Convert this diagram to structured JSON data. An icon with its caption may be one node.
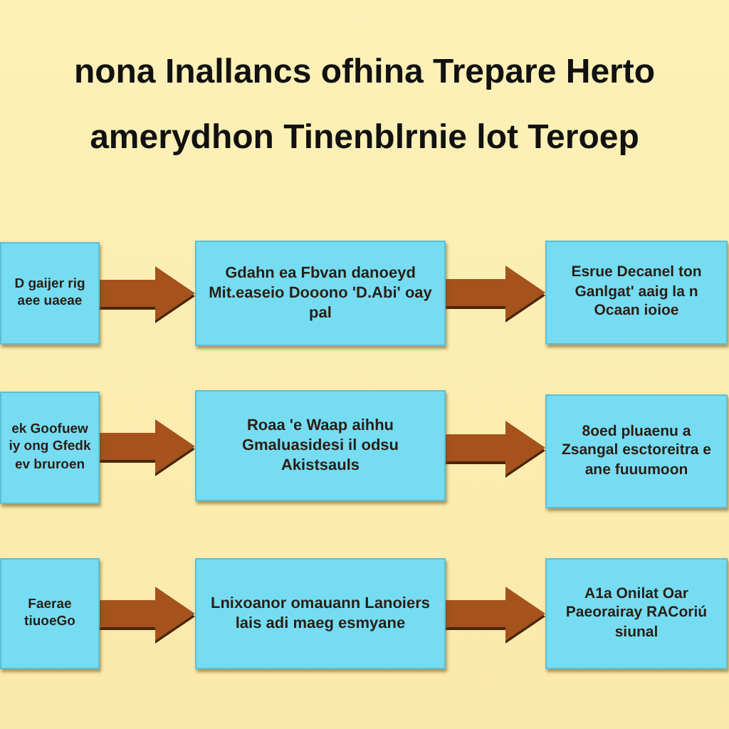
{
  "diagram": {
    "title": "nona Inallancs ofhina Trepare Herto amerydhon Tinenblrnie lot Teroep",
    "nodes": [
      {
        "text": [
          "D gaijer rig aee uaeae"
        ]
      },
      {
        "text": [
          "Gdahn ea Fbvan danoeyd Mit.easeio Dooono 'D.Abi' oay pal"
        ]
      },
      {
        "text": [
          "Esrue Decanel ton Ganlgat' aaig la n Ocaan ioioe"
        ]
      },
      {
        "text": [
          "ek Goofuew iy ong Gfedk ev bruroen"
        ]
      },
      {
        "text": [
          "Roaa 'e Waap aihhu Gmaluasidesi il odsu Akistsauls"
        ]
      },
      {
        "text": [
          "8oed pluaenu a Zsangal esctoreitra e ane fuuumoon"
        ]
      },
      {
        "text": [
          "Faerae tiuoeGo"
        ]
      },
      {
        "text": [
          "Lnixoanor omauann Lanoiers lais adi maeg esmyane"
        ]
      },
      {
        "text": [
          "A1a Onilat Oar Paeorairay RACoriú siunal"
        ]
      }
    ],
    "edges": [
      {
        "from": 0,
        "to": 1,
        "arrow": "to"
      },
      {
        "from": 1,
        "to": 2,
        "arrow": "to"
      },
      {
        "from": 3,
        "to": 4,
        "arrow": "to"
      },
      {
        "from": 4,
        "to": 5,
        "arrow": "to"
      },
      {
        "from": 6,
        "to": 7,
        "arrow": "to"
      },
      {
        "from": 7,
        "to": 8,
        "arrow": "to"
      }
    ]
  }
}
